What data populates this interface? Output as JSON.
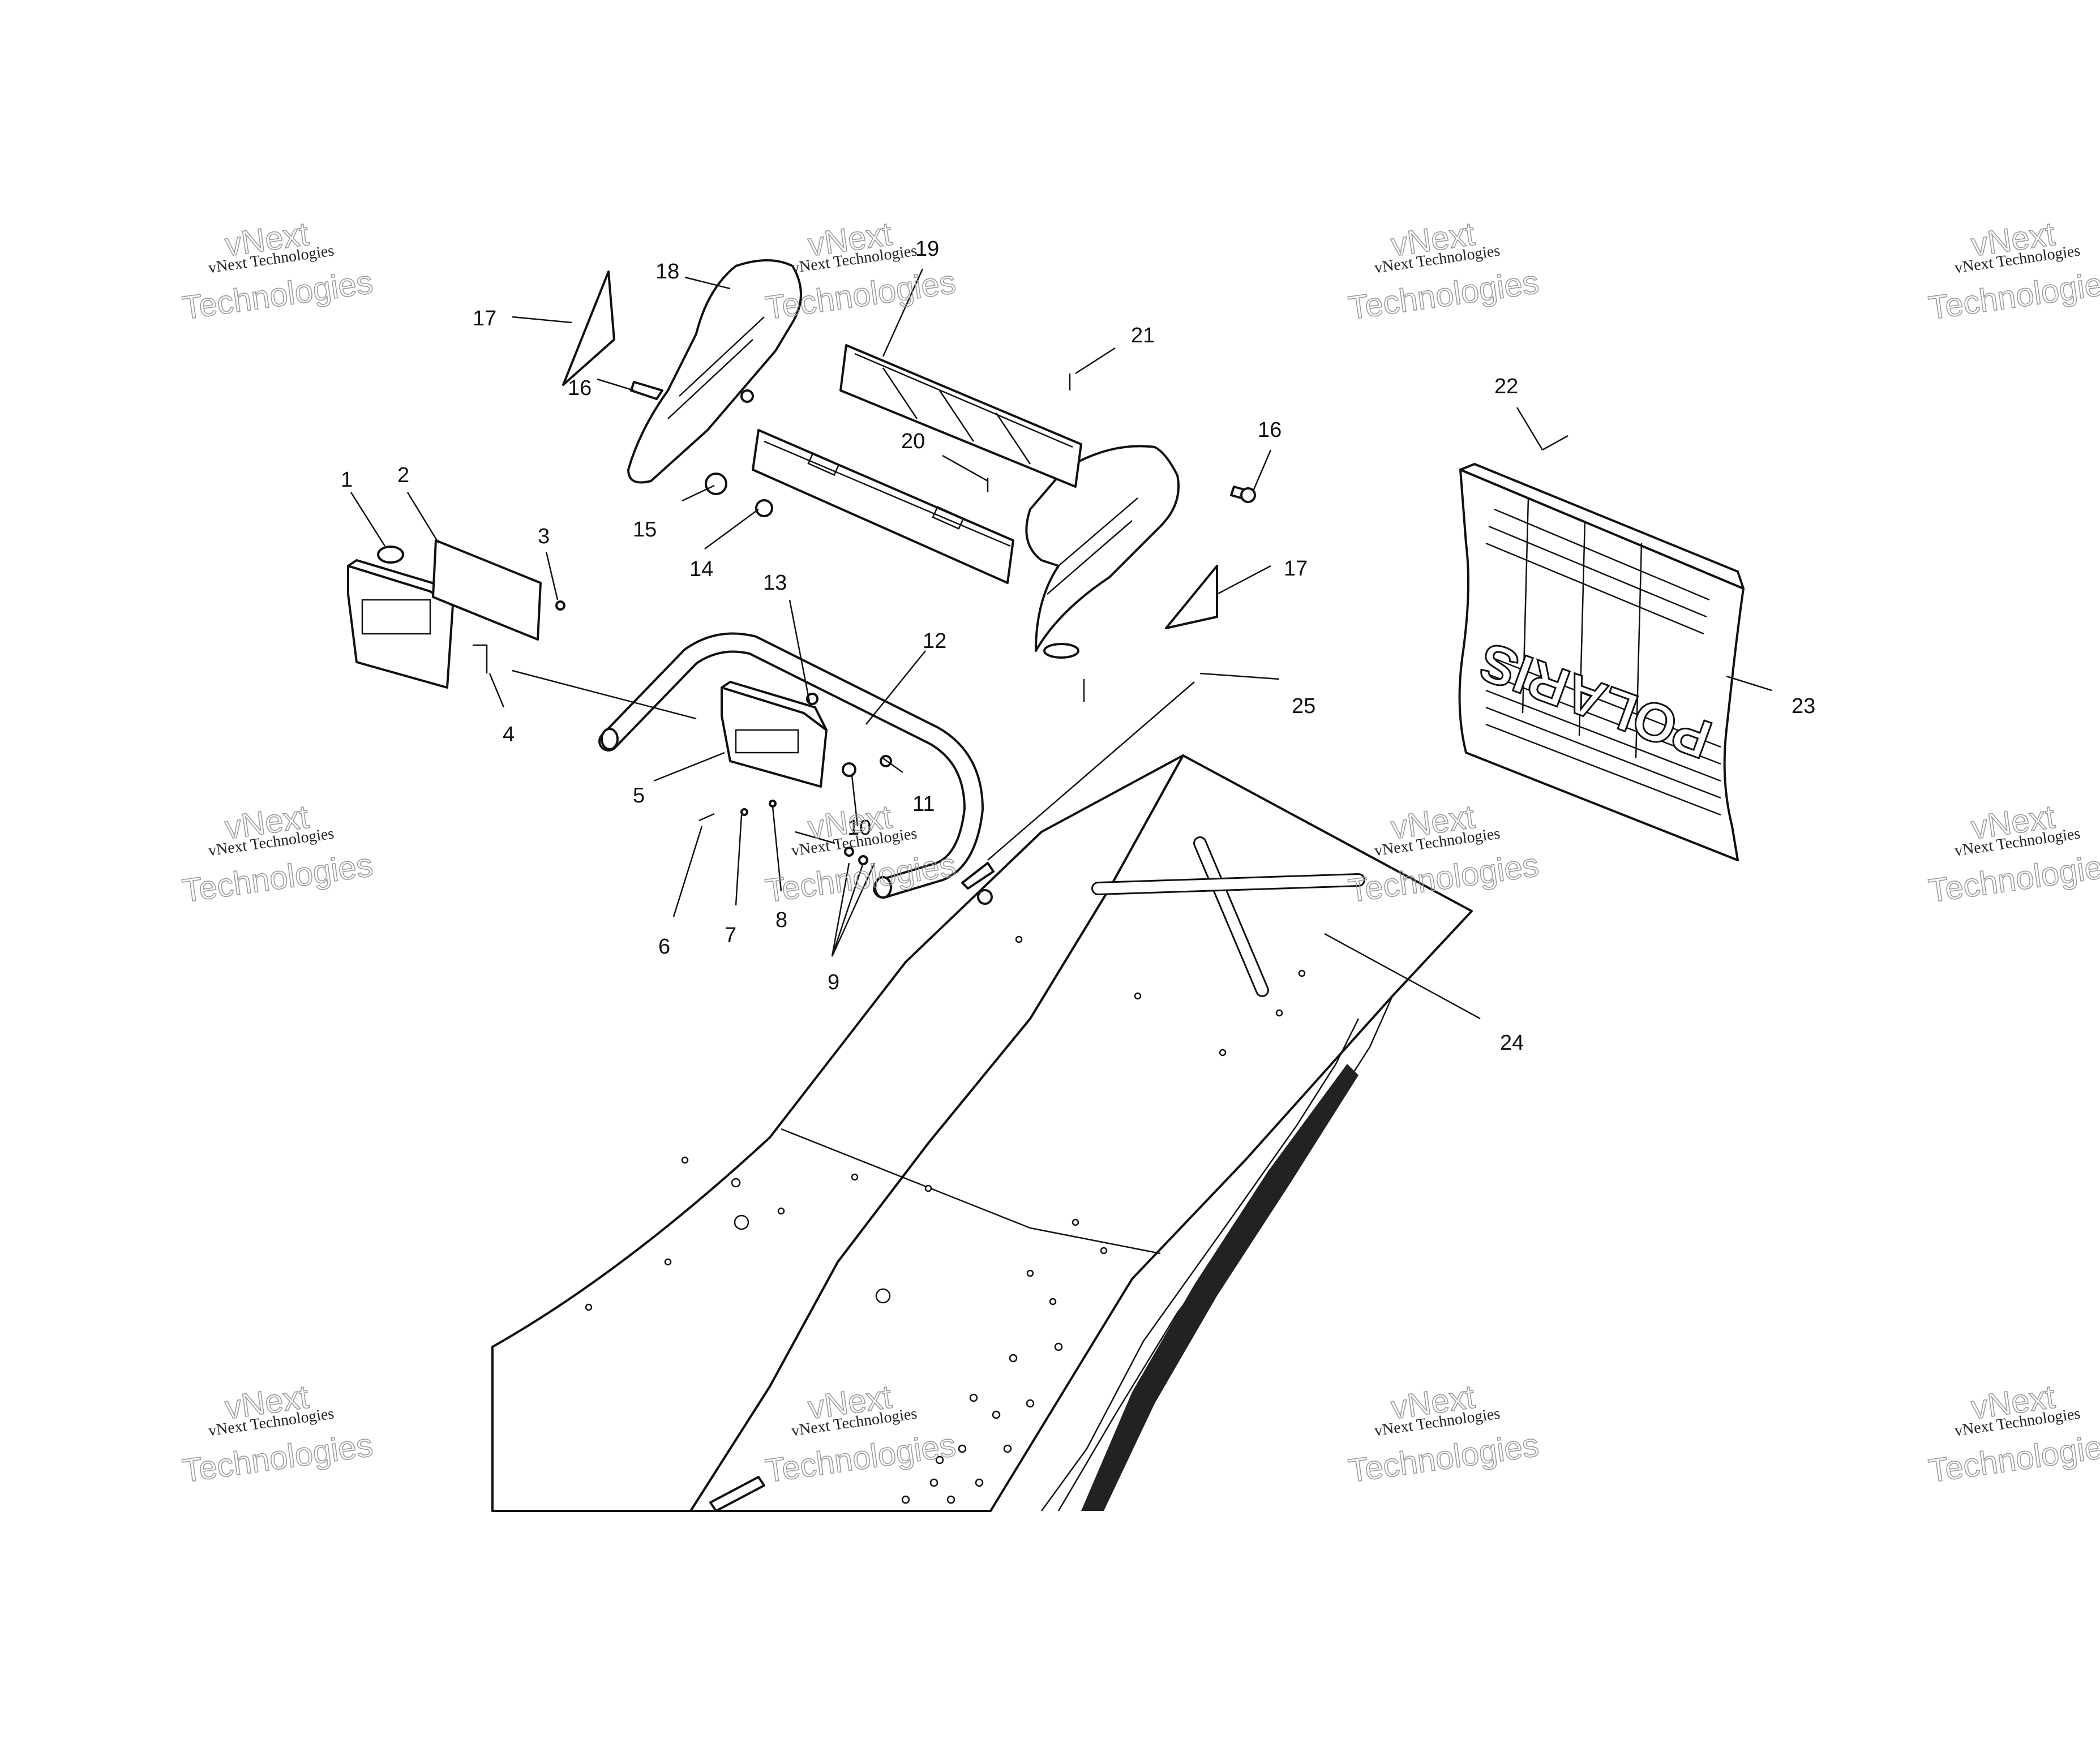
{
  "callouts": [
    "1",
    "2",
    "3",
    "4",
    "5",
    "6",
    "7",
    "8",
    "9",
    "10",
    "11",
    "12",
    "13",
    "14",
    "15",
    "16",
    "16",
    "17",
    "17",
    "18",
    "19",
    "20",
    "21",
    "22",
    "23",
    "24",
    "25"
  ],
  "logo_text": "POLARIS",
  "watermark": {
    "line1": "vNext Technologies",
    "line2a": "vNext",
    "line2b": "Technologies"
  }
}
